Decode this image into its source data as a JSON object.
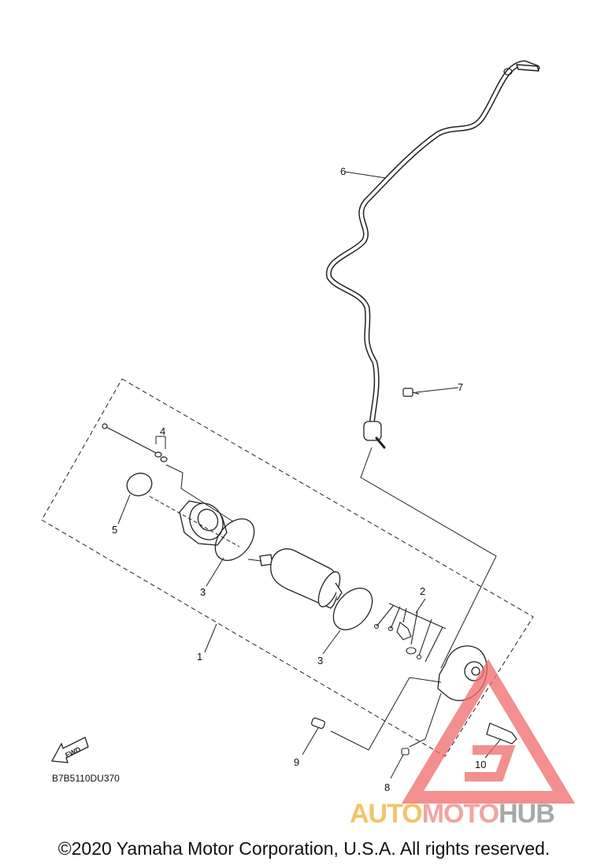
{
  "callouts": [
    {
      "id": "1",
      "label": "1"
    },
    {
      "id": "2",
      "label": "2"
    },
    {
      "id": "3a",
      "label": "3"
    },
    {
      "id": "3b",
      "label": "3"
    },
    {
      "id": "4",
      "label": "4"
    },
    {
      "id": "5",
      "label": "5"
    },
    {
      "id": "6",
      "label": "6"
    },
    {
      "id": "7",
      "label": "7"
    },
    {
      "id": "8",
      "label": "8"
    },
    {
      "id": "9",
      "label": "9"
    },
    {
      "id": "10",
      "label": "10"
    }
  ],
  "fwd_label": "FWD",
  "diagram_code": "B7B5110DU370",
  "copyright": "©2020 Yamaha Motor Corporation, U.S.A. All rights reserved.",
  "watermark": {
    "part1": "AUTO",
    "part2": "MOTO",
    "part3": "HUB"
  },
  "colors": {
    "line": "#222222",
    "watermark_red": "#ef6a6a",
    "watermark_gold": "#f2c46a",
    "watermark_gray": "#a8a8a8"
  }
}
